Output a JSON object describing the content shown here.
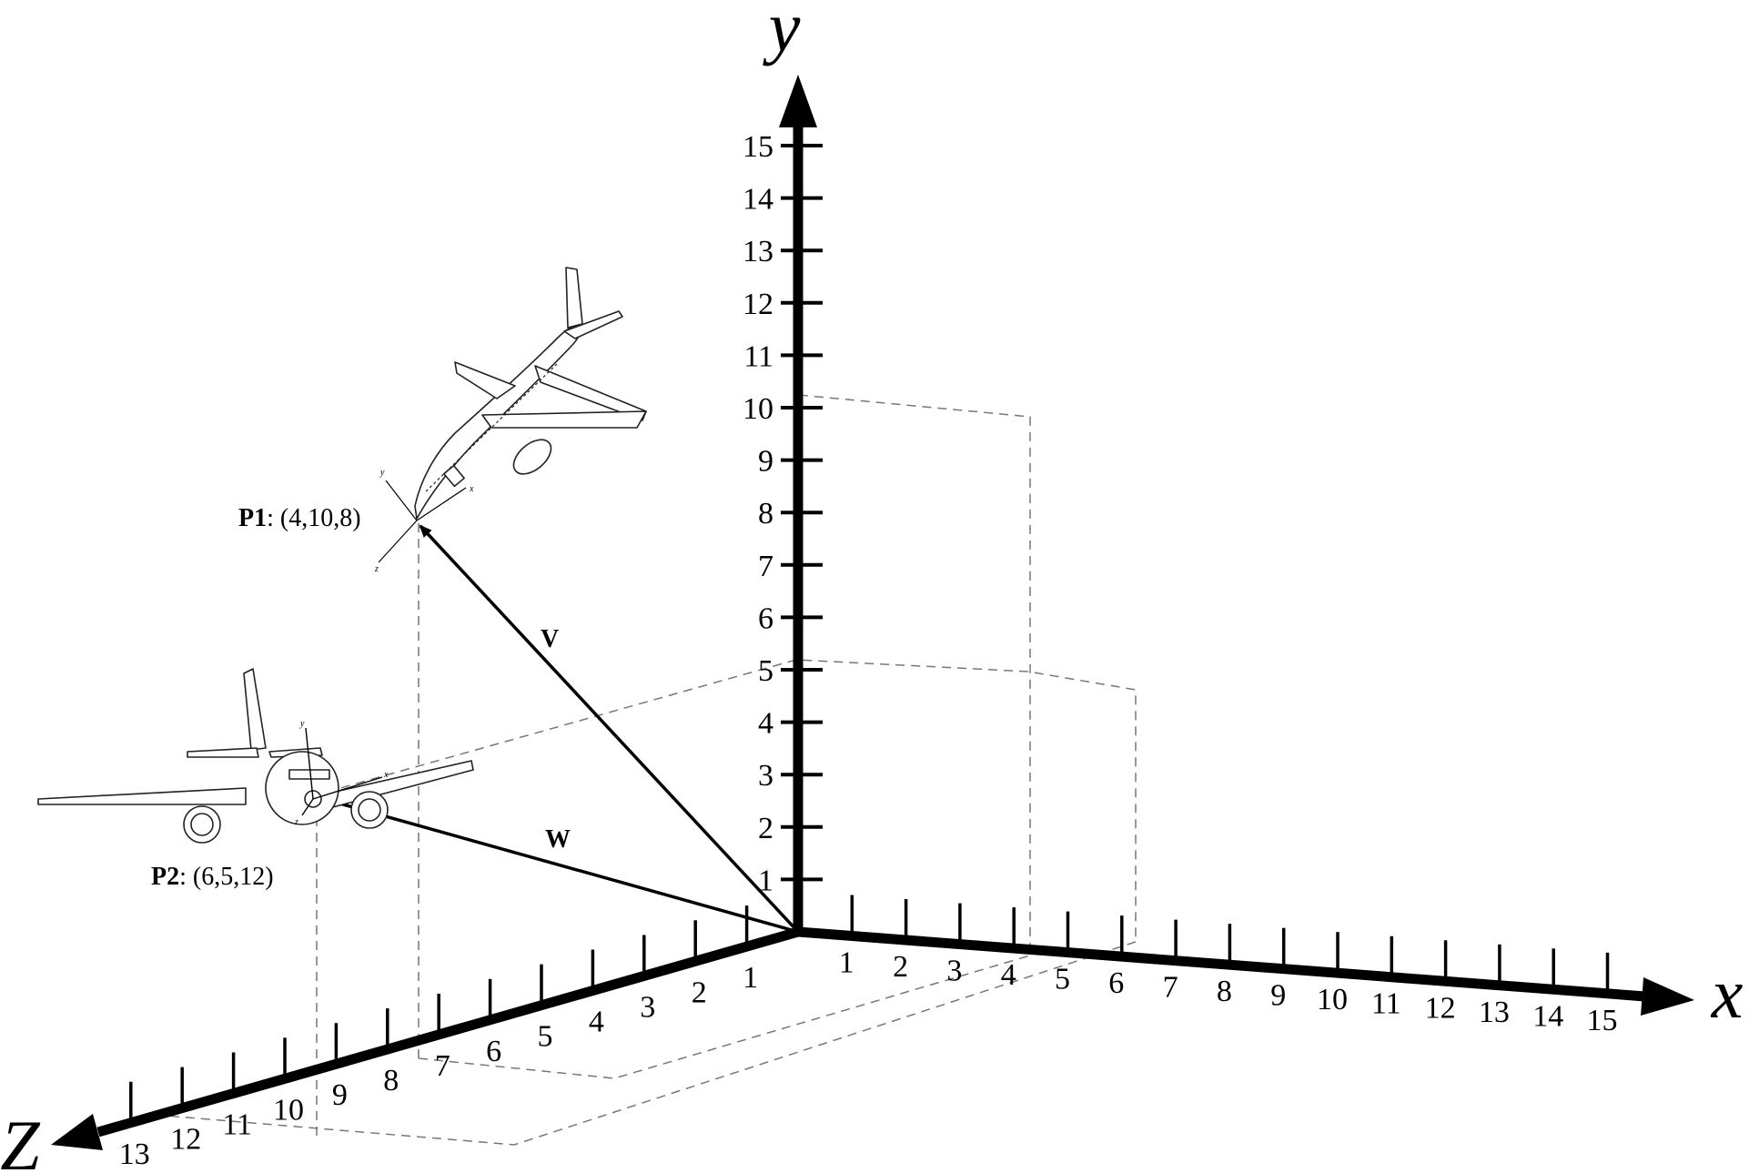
{
  "axes": {
    "x": {
      "name": "x",
      "ticks": [
        "1",
        "2",
        "3",
        "4",
        "5",
        "6",
        "7",
        "8",
        "9",
        "10",
        "11",
        "12",
        "13",
        "14",
        "15"
      ]
    },
    "y": {
      "name": "y",
      "ticks": [
        "1",
        "2",
        "3",
        "4",
        "5",
        "6",
        "7",
        "8",
        "9",
        "10",
        "11",
        "12",
        "13",
        "14",
        "15"
      ]
    },
    "z": {
      "name": "Z",
      "ticks": [
        "1",
        "2",
        "3",
        "4",
        "5",
        "6",
        "7",
        "8",
        "9",
        "10",
        "11",
        "12",
        "13"
      ]
    }
  },
  "points": {
    "p1": {
      "name": "P1",
      "coords": ": (4,10,8)"
    },
    "p2": {
      "name": "P2",
      "coords": ": (6,5,12)"
    }
  },
  "vectors": {
    "v": "V",
    "w": "W"
  },
  "local_axes": {
    "p1": {
      "x": "x",
      "y": "y",
      "z": "z"
    },
    "p2": {
      "x": "x",
      "y": "y",
      "z": "z"
    }
  }
}
